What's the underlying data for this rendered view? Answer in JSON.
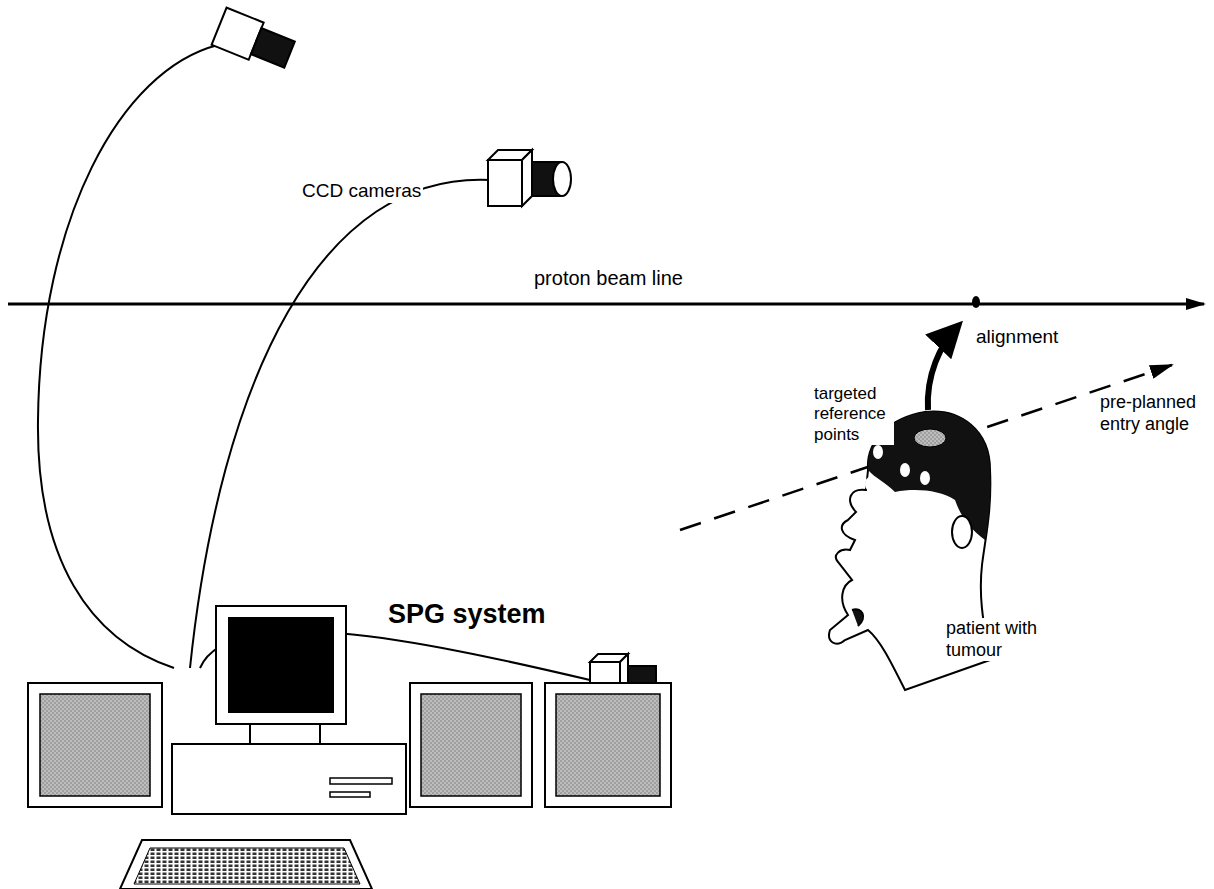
{
  "diagram": {
    "labels": [
      "CCD cameras",
      "proton beam line",
      "alignment",
      "targeted reference points",
      "pre-planned entry angle",
      "patient with tumour",
      "SPG system"
    ]
  }
}
